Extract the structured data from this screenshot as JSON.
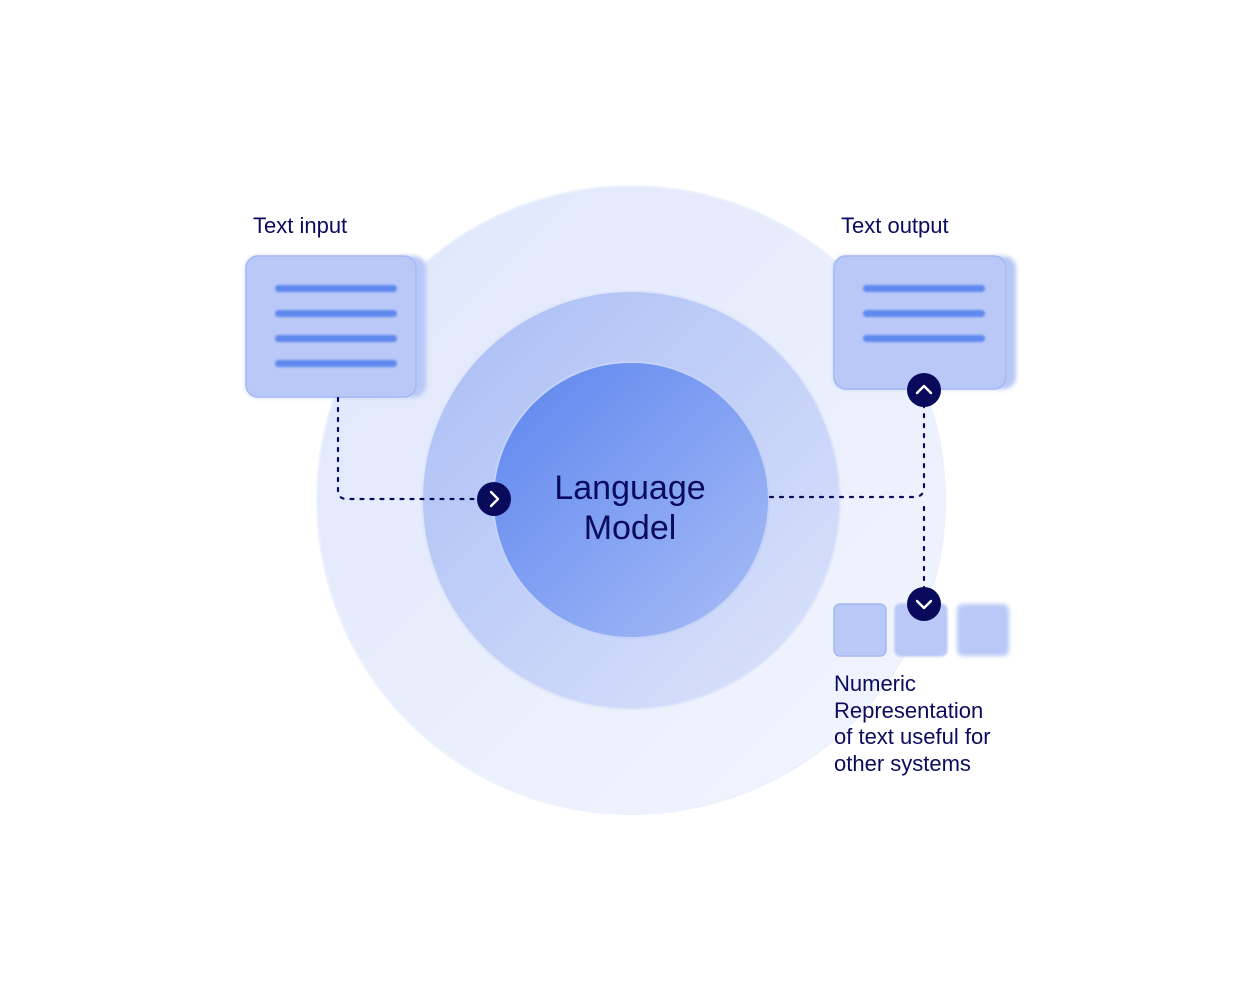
{
  "input": {
    "label": "Text input"
  },
  "output": {
    "label": "Text output"
  },
  "model": {
    "line1": "Language",
    "line2": "Model"
  },
  "numeric": {
    "line1": "Numeric",
    "line2": "Representation",
    "line3": "of text useful for",
    "line4": "other systems"
  },
  "colors": {
    "text": "#0b0b5e",
    "node": "#0a0a5c",
    "card": "#b9c8f7",
    "card_line": "#5f88ee",
    "core": "#6d93ef"
  },
  "icons": {
    "input_arrow": "chevron-right-icon",
    "output_arrow": "chevron-up-icon",
    "numeric_arrow": "chevron-down-icon"
  }
}
